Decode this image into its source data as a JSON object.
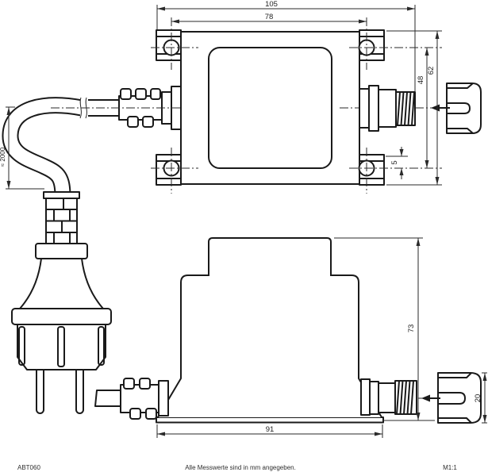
{
  "dimensions": {
    "overall_length": "105",
    "mounting_hole_spacing_x": "78",
    "mounting_hole_spacing_y": "48",
    "bracket_extent": "62",
    "hole_edge_offset": "5",
    "cable_length": "≈ 2000",
    "body_height": "73",
    "base_width": "91",
    "cap_height": "20"
  },
  "footer": {
    "model": "ABT060",
    "note": "Alle Messwerte sind in mm angegeben.",
    "scale": "M1:1"
  }
}
